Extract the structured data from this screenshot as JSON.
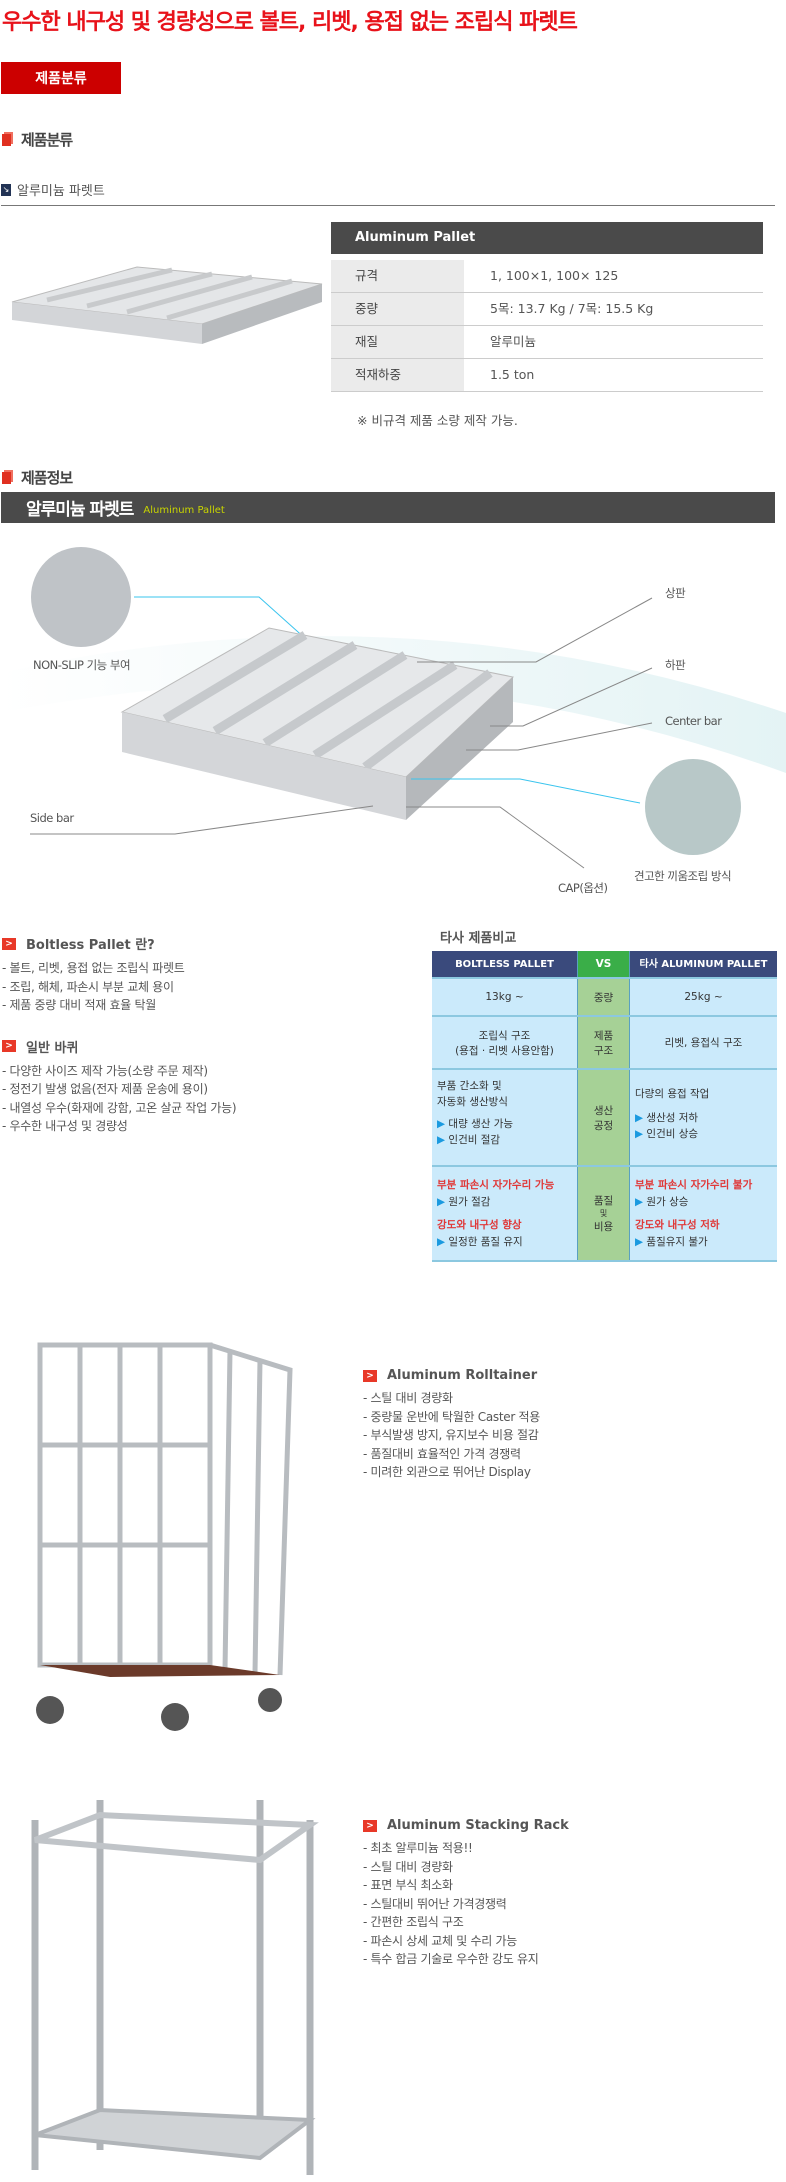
{
  "title": "우수한 내구성 및 경량성으로 볼트, 리벳, 용접 없는 조립식 파렛트",
  "category_button": "제품분류",
  "section_category": "제품분류",
  "subsection": "알루미늄 파렛트",
  "spec_table": {
    "header": "Aluminum Pallet",
    "rows": [
      {
        "label": "규격",
        "value": "1, 100×1, 100× 125"
      },
      {
        "label": "중량",
        "value": "5목: 13.7 Kg / 7목: 15.5 Kg"
      },
      {
        "label": "재질",
        "value": "알루미늄"
      },
      {
        "label": "적재하중",
        "value": "1.5 ton"
      }
    ],
    "note": "※ 비규격 제품 소량 제작 가능."
  },
  "section_info": "제품정보",
  "info_bar": {
    "title": "알루미늄 파렛트",
    "subtitle": "Aluminum Pallet"
  },
  "diagram_labels": {
    "nonslip": "NON-SLIP 기능 부여",
    "top": "상판",
    "bottom": "하판",
    "center": "Center bar",
    "side": "Side bar",
    "cap": "CAP(옵션)",
    "joint": "견고한 끼움조립 방식"
  },
  "boltless": {
    "heading": "Boltless Pallet 란?",
    "items": [
      "- 볼트, 리벳, 용접 없는 조립식 파렛트",
      "- 조립, 해체, 파손시 부분 교체 용이",
      "- 제품 중량 대비 적재 효율 탁월"
    ]
  },
  "wheel": {
    "heading": "일반 바퀴",
    "items": [
      "- 다양한 사이즈 제작 가능(소량 주문 제작)",
      "- 정전기 발생 없음(전자 제품 운송에 용이)",
      "- 내열성 우수(화재에 강함, 고온 살균 작업 가능)",
      "- 우수한 내구성 및 경량성"
    ]
  },
  "comparison": {
    "title": "타사 제품비교",
    "headers": [
      "BOLTLESS PALLET",
      "VS",
      "타사 ALUMINUM PALLET"
    ],
    "weight": {
      "left": "13kg ~",
      "mid": "중량",
      "right": "25kg ~"
    },
    "structure": {
      "left1": "조립식 구조",
      "left2": "(용접 · 리벳 사용안함)",
      "mid1": "제품",
      "mid2": "구조",
      "right": "리벳, 용접식 구조"
    },
    "process": {
      "left1": "부품 간소화 및",
      "left2": "자동화 생산방식",
      "left_b1": "대량 생산 가능",
      "left_b2": "인건비 절감",
      "mid1": "생산",
      "mid2": "공정",
      "right1": "다량의 용접 작업",
      "right_b1": "생산성 저하",
      "right_b2": "인건비 상승"
    },
    "quality": {
      "left_r1": "부분 파손시 자가수리 가능",
      "left_b1": "원가 절감",
      "left_r2": "강도와 내구성 향상",
      "left_b2": "일정한 품질 유지",
      "mid1": "품질",
      "mid2": "및",
      "mid3": "비용",
      "right_r1": "부분 파손시 자가수리 불가",
      "right_b1": "원가 상승",
      "right_r2": "강도와 내구성 저하",
      "right_b2": "품질유지 불가"
    },
    "bullet": "▶"
  },
  "rolltainer": {
    "heading": "Aluminum Rolltainer",
    "items": [
      "- 스틸 대비 경량화",
      "- 중량물 운반에 탁월한 Caster 적용",
      "- 부식발생 방지, 유지보수 비용 절감",
      "- 품질대비 효율적인 가격 경쟁력",
      "- 미려한 외관으로 뛰어난 Display"
    ]
  },
  "rack": {
    "heading": "Aluminum Stacking Rack",
    "items": [
      "- 최초 알루미늄 적용!!",
      "- 스틸 대비 경량화",
      "- 표면 부식 최소화",
      "- 스틸대비 뛰어난 가격경쟁력",
      "- 간편한 조립식 구조",
      "- 파손시 상세 교체 및 수리 가능",
      "- 특수 합금 기술로 우수한 강도 유지"
    ]
  },
  "colors": {
    "title": "#e8121a",
    "dark_bar": "#4a4a4a",
    "cmp_header": "#3a4a7c",
    "vs": "#3aae48",
    "cmp_cell": "#cbeafb"
  }
}
